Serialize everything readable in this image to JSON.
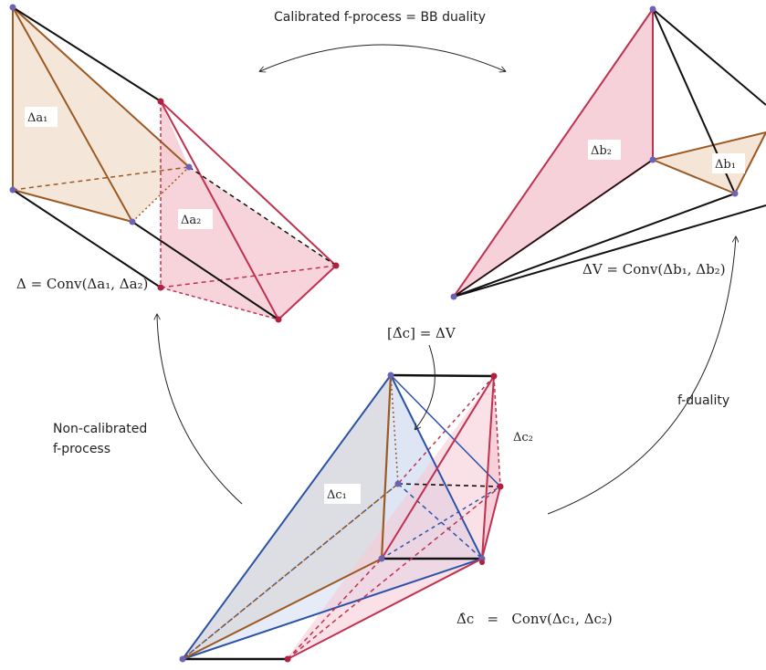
{
  "labels": {
    "top_caption": "Calibrated f-process = BB duality",
    "delta_a1": "Δa₁",
    "delta_a2": "Δa₂",
    "delta_eq": "Δ = Conv(Δa₁, Δa₂)",
    "delta_b1": "Δb₁",
    "delta_b2": "Δb₂",
    "delta_v_eq": "ΔV = Conv(Δb₁, Δb₂)",
    "hat_c_eq_v": "[Δ̂c] = ΔV",
    "f_duality": "f-duality",
    "noncal_line1": "Non-calibrated",
    "noncal_line2": "f-process",
    "delta_c1": "Δc₁",
    "delta_c2": "Δc₂",
    "hat_c_conv": "Δ̂c   =   Conv(Δc₁, Δc₂)"
  },
  "colors": {
    "brown": "#9b5a24",
    "brown_fill": "#f3e2d3",
    "red": "#c0304f",
    "red_fill": "#f5c9d3",
    "blue": "#2c52a8",
    "blue_fill": "#cfdaf0",
    "vertex": "#6b63b5",
    "vertex_red": "#b0203f"
  }
}
